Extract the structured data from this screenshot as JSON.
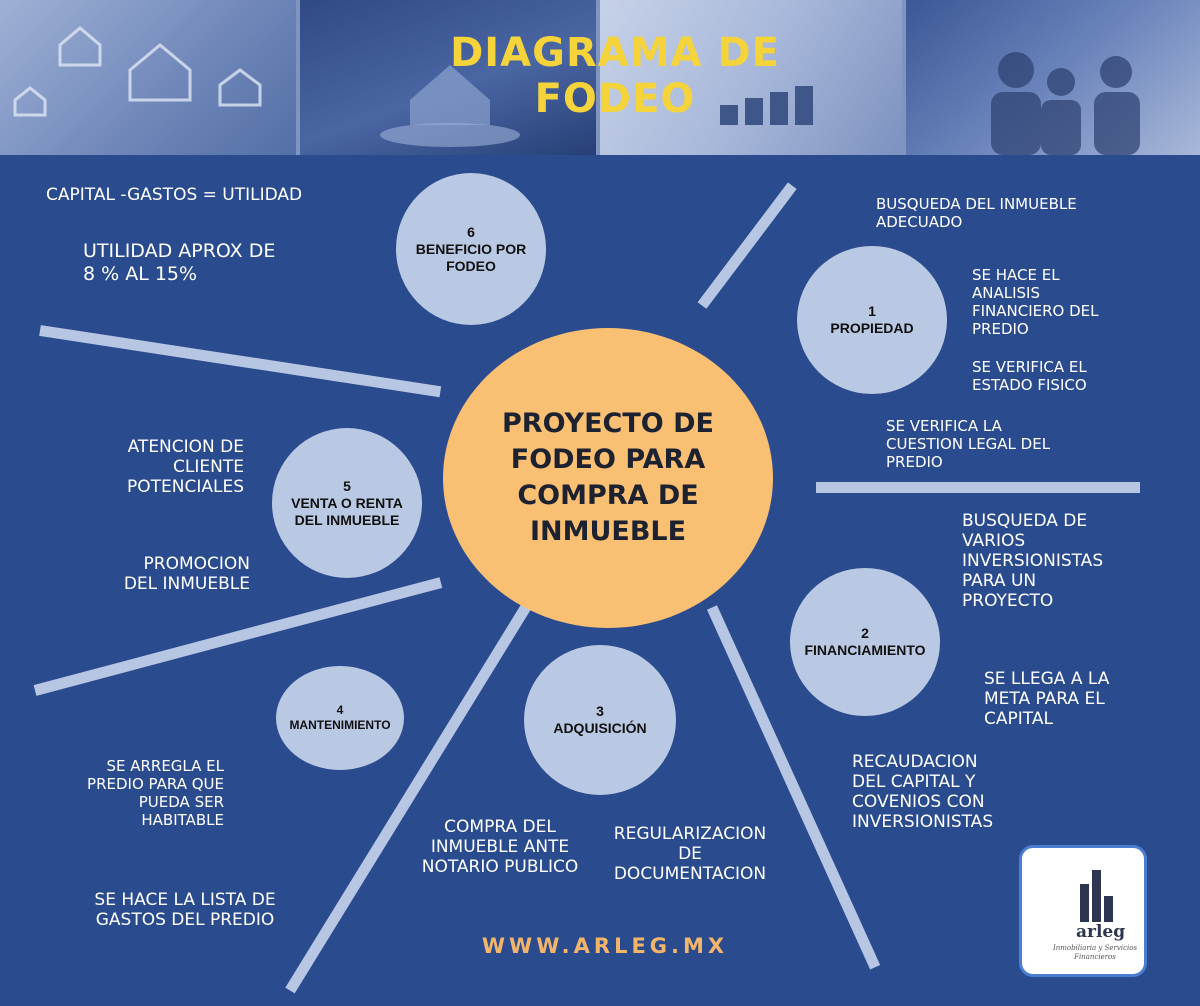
{
  "header": {
    "title": "DIAGRAMA DE FODEO"
  },
  "center": {
    "label": "PROYECTO DE FODEO PARA COMPRA DE INMUEBLE"
  },
  "nodes": {
    "n1": {
      "number": "1",
      "label": "PROPIEDAD"
    },
    "n2": {
      "number": "2",
      "label": "FINANCIAMIENTO"
    },
    "n3": {
      "number": "3",
      "label": "ADQUISICIÓN"
    },
    "n4": {
      "number": "4",
      "label": "MANTENIMIENTO"
    },
    "n5": {
      "number": "5",
      "label": "VENTA O RENTA DEL INMUEBLE"
    },
    "n6": {
      "number": "6",
      "label": "BENEFICIO POR FODEO"
    }
  },
  "notes": {
    "capital_formula": "CAPITAL -GASTOS  = UTILIDAD",
    "utilidad": "UTILIDAD  APROX DE\n8 % AL 15%",
    "busqueda_inmueble": "BUSQUEDA DEL INMUEBLE\nADECUADO",
    "analisis": "SE HACE EL\nANALISIS\nFINANCIERO DEL\nPREDIO",
    "estado_fisico": "SE VERIFICA EL\nESTADO FISICO",
    "cuestion_legal": "SE VERIFICA LA\nCUESTION LEGAL DEL\nPREDIO",
    "inversionistas": "BUSQUEDA DE\nVARIOS\nINVERSIONISTAS\nPARA UN\nPROYECTO",
    "meta": "SE LLEGA A LA\nMETA PARA EL\nCAPITAL",
    "recaudacion": "RECAUDACION\nDEL CAPITAL  Y\nCOVENIOS CON\nINVERSIONISTAS",
    "atencion": "ATENCION DE\nCLIENTE\nPOTENCIALES",
    "promocion": "PROMOCION\nDEL INMUEBLE",
    "arregla": "SE ARREGLA EL\nPREDIO PARA QUE\nPUEDA SER\nHABITABLE",
    "lista_gastos": "SE HACE LA LISTA DE\nGASTOS DEL PREDIO",
    "compra_notario": "COMPRA DEL\nINMUEBLE ANTE\nNOTARIO PUBLICO",
    "regularizacion": "REGULARIZACION\nDE\nDOCUMENTACION"
  },
  "footer": {
    "website": "WWW.ARLEG.MX"
  },
  "logo": {
    "wordmark": "arleg",
    "tagline": "Inmobiliaria y Servicios Financieros"
  },
  "colors": {
    "background": "#2b4b8f",
    "title": "#f5d33a",
    "center_fill": "#f9bf73",
    "node_fill": "#b9c8e3",
    "website": "#f2b56a"
  }
}
